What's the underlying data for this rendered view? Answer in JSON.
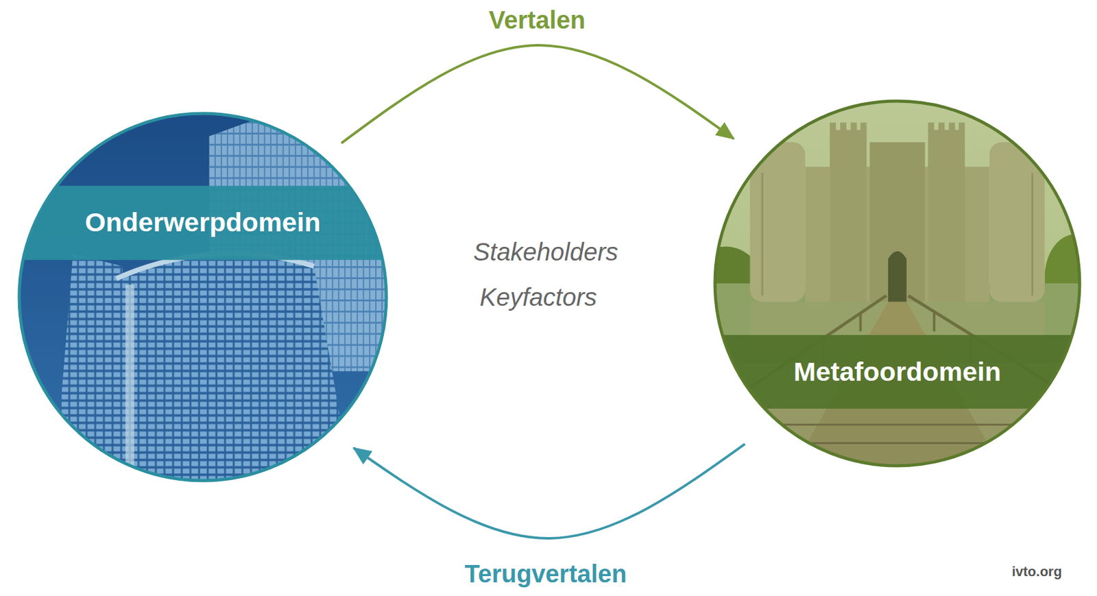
{
  "diagram": {
    "nodes": [
      {
        "text": [
          "Onderwerpdomein"
        ]
      },
      {
        "text": [
          "Metafoordomein"
        ]
      }
    ],
    "edges": [
      {
        "from": 0,
        "to": 1,
        "arrow": "to",
        "label": "Vertalen"
      },
      {
        "from": 1,
        "to": 0,
        "arrow": "to",
        "label": "Terugvertalen"
      }
    ],
    "labels": [
      "Stakeholders",
      "Keyfactors",
      "ivto.org"
    ]
  }
}
